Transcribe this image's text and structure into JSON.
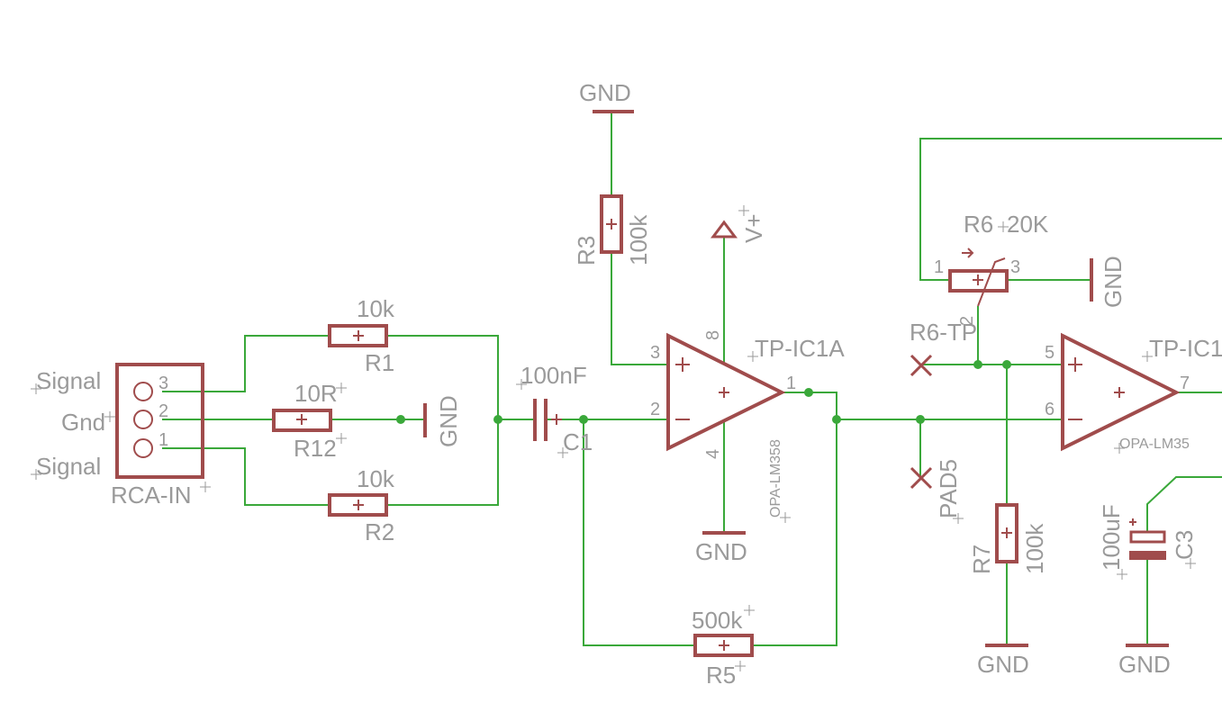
{
  "connector": {
    "name": "RCA-IN",
    "pins": [
      {
        "number": "3",
        "label": "Signal"
      },
      {
        "number": "2",
        "label": "Gnd"
      },
      {
        "number": "1",
        "label": "Signal"
      }
    ]
  },
  "resistors": {
    "r1": {
      "name": "R1",
      "value": "10k"
    },
    "r2": {
      "name": "R2",
      "value": "10k"
    },
    "r12": {
      "name": "R12",
      "value": "10R"
    },
    "r3": {
      "name": "R3",
      "value": "100k"
    },
    "r5": {
      "name": "R5",
      "value": "500k"
    },
    "r7": {
      "name": "R7",
      "value": "100k"
    },
    "r6": {
      "name": "R6",
      "value": "20K",
      "pin1": "1",
      "pin2": "2",
      "pin3": "3"
    }
  },
  "capacitors": {
    "c1": {
      "name": "C1",
      "value": "100nF"
    },
    "c3": {
      "name": "C3",
      "value": "100uF"
    }
  },
  "opamps": {
    "ic1a": {
      "name": "TP-IC1A",
      "part": "OPA-LM358",
      "pin_in_plus": "3",
      "pin_in_minus": "2",
      "pin_out": "1",
      "pin_vplus": "8",
      "pin_gnd": "4"
    },
    "ic1b": {
      "name": "TP-IC1",
      "part": "OPA-LM35",
      "pin_in_plus": "5",
      "pin_in_minus": "6",
      "pin_out": "7"
    }
  },
  "testpoints": {
    "r6tp": "R6-TP",
    "pad5": "PAD5"
  },
  "supplies": {
    "gnd": "GND",
    "vplus": "V+"
  },
  "colors": {
    "wire": "#3aa83a",
    "component": "#a04c4c",
    "label": "#9a9a9a"
  }
}
